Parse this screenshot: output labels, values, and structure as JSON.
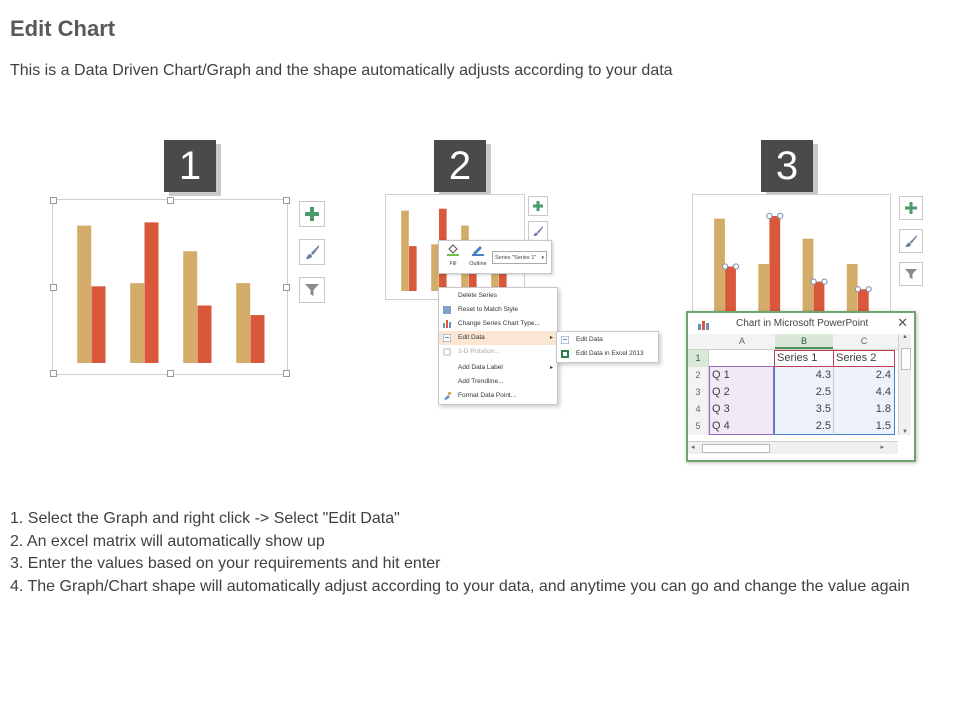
{
  "page": {
    "title": "Edit Chart",
    "subtitle": "This is a Data Driven Chart/Graph and the shape automatically adjusts according to your data"
  },
  "colors": {
    "series1": "#d4ac6a",
    "series2": "#d9573b",
    "badge": "#4a4a4a",
    "excel_border": "#6da56d",
    "highlight": "#fbe6d4"
  },
  "panels": [
    {
      "number": "1"
    },
    {
      "number": "2"
    },
    {
      "number": "3"
    }
  ],
  "side_buttons": [
    {
      "icon": "plus-icon"
    },
    {
      "icon": "brush-icon"
    },
    {
      "icon": "filter-icon"
    }
  ],
  "mini_toolbar": {
    "fill_label": "Fill",
    "outline_label": "Outline",
    "series_select": "Series \"Series 1\""
  },
  "context_menu": {
    "items": [
      {
        "label": "Delete Series",
        "icon": ""
      },
      {
        "label": "Reset to Match Style",
        "icon": "reset-icon"
      },
      {
        "label": "Change Series Chart Type...",
        "icon": "chart-type-icon"
      },
      {
        "label": "Edit Data",
        "icon": "edit-data-icon",
        "submenu": true,
        "highlighted": true
      },
      {
        "label": "3-D Rotation...",
        "icon": "rotation-icon",
        "disabled": true
      },
      {
        "label": "Add Data Label",
        "icon": "",
        "submenu": true
      },
      {
        "label": "Add Trendline...",
        "icon": ""
      },
      {
        "label": "Format Data Point...",
        "icon": "format-icon"
      }
    ],
    "submenu": [
      {
        "label": "Edit Data"
      },
      {
        "label": "Edit Data in Excel 2013"
      }
    ]
  },
  "excel": {
    "title": "Chart in Microsoft PowerPoint",
    "columns": [
      "A",
      "B",
      "C"
    ],
    "row_numbers": [
      "1",
      "2",
      "3",
      "4",
      "5"
    ],
    "headers": [
      "",
      "Series 1",
      "Series 2"
    ],
    "rows": [
      {
        "label": "Q 1",
        "s1": "4.3",
        "s2": "2.4"
      },
      {
        "label": "Q 2",
        "s1": "2.5",
        "s2": "4.4"
      },
      {
        "label": "Q 3",
        "s1": "3.5",
        "s2": "1.8"
      },
      {
        "label": "Q 4",
        "s1": "2.5",
        "s2": "1.5"
      }
    ]
  },
  "chart_data": {
    "type": "bar",
    "categories": [
      "Q 1",
      "Q 2",
      "Q 3",
      "Q 4"
    ],
    "series": [
      {
        "name": "Series 1",
        "values": [
          4.3,
          2.5,
          3.5,
          2.5
        ]
      },
      {
        "name": "Series 2",
        "values": [
          2.4,
          4.4,
          1.8,
          1.5
        ]
      }
    ],
    "ylim": [
      0,
      4.6
    ],
    "grid": false,
    "legend": "none"
  },
  "steps": [
    "1. Select the Graph and right click -> Select \"Edit Data\"",
    "2. An excel matrix will automatically show up",
    "3. Enter the values based on your requirements and hit enter",
    "4. The Graph/Chart shape will automatically adjust according to your data, and anytime you can go and change the value again"
  ]
}
